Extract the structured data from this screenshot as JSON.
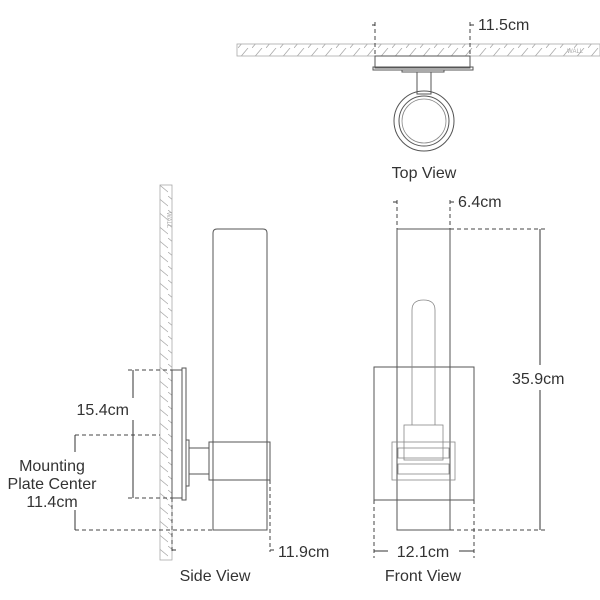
{
  "top_view": {
    "caption": "Top View",
    "width_label": "11.5cm",
    "wall_label": "WALL"
  },
  "side_view": {
    "caption": "Side View",
    "plate_height_label": "15.4cm",
    "mounting_label_lines": [
      "Mounting",
      "Plate Center",
      "11.4cm"
    ],
    "depth_label": "11.9cm",
    "wall_label": "WALL"
  },
  "front_view": {
    "caption": "Front View",
    "shade_width_label": "6.4cm",
    "height_label": "35.9cm",
    "plate_width_label": "12.1cm"
  }
}
